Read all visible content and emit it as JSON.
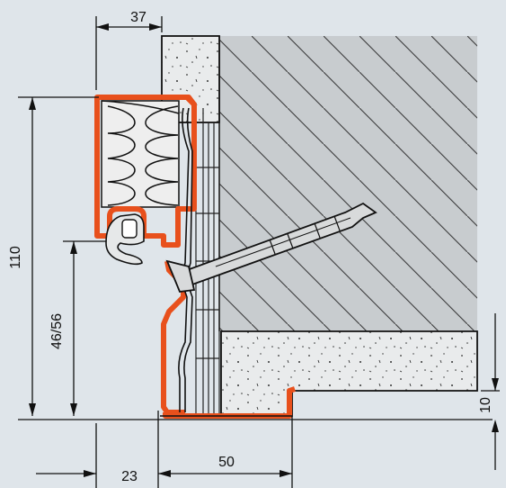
{
  "dimensions": {
    "top_width": "37",
    "total_height": "110",
    "partial_height": "46/56",
    "bottom_left": "23",
    "bottom_right": "50",
    "right_height": "10"
  },
  "colors": {
    "background": "#dfe5ea",
    "profile": "#e8501c",
    "wall": "#c9cdd0",
    "screed": "#e6e8e9",
    "line": "#111111"
  },
  "icons": {
    "anchor": "screw-anchor-icon",
    "insulation": "insulation-icon"
  }
}
